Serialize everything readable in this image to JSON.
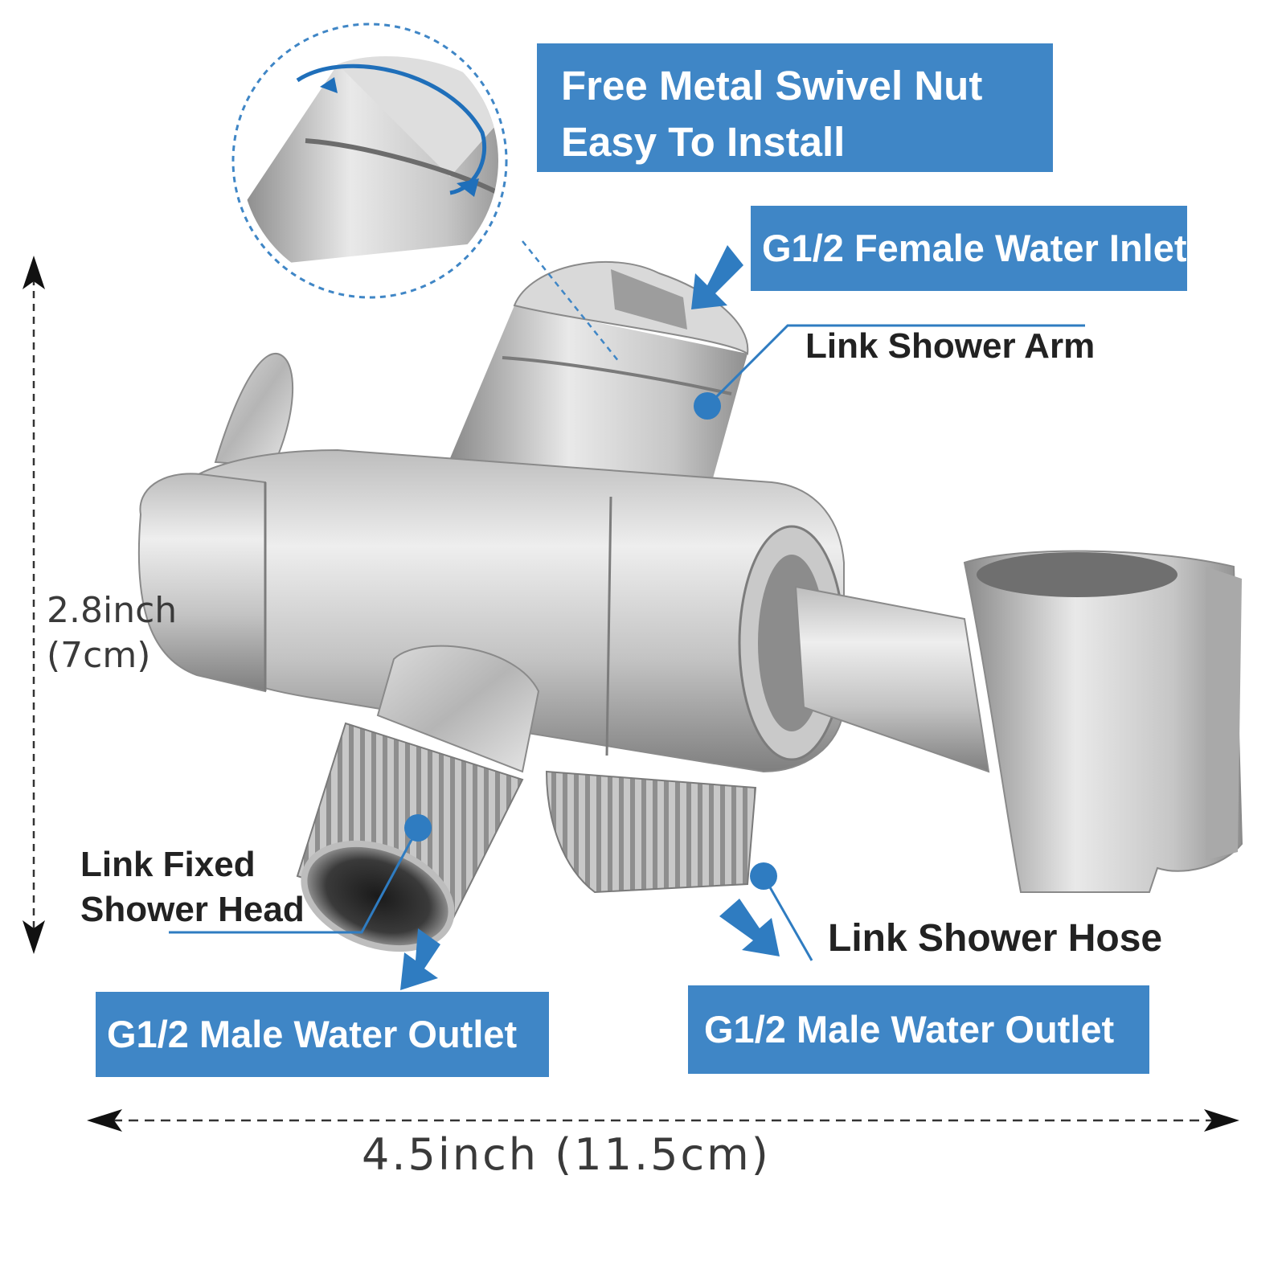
{
  "labels": {
    "swivel_line1": "Free Metal Swivel Nut",
    "swivel_line2": "Easy To Install",
    "inlet": "G1/2 Female Water Inlet",
    "shower_arm": "Link Shower Arm",
    "fixed_line1": "Link Fixed",
    "fixed_line2": "Shower Head",
    "outlet_left": "G1/2 Male Water Outlet",
    "shower_hose": "Link Shower Hose",
    "outlet_right": "G1/2 Male Water Outlet"
  },
  "dimensions": {
    "height_inch": "2.8inch",
    "height_cm": "(7cm)",
    "width": "4.5inch (11.5cm)"
  },
  "colors": {
    "label_box": "#3f86c6",
    "arrow": "#2f7cc1",
    "metal_light": "#e4e4e4",
    "metal_dark": "#8d8d8d"
  },
  "icons": [
    "down-arrow-icon",
    "double-headed-arrow-icon",
    "rotation-arrow-icon"
  ]
}
